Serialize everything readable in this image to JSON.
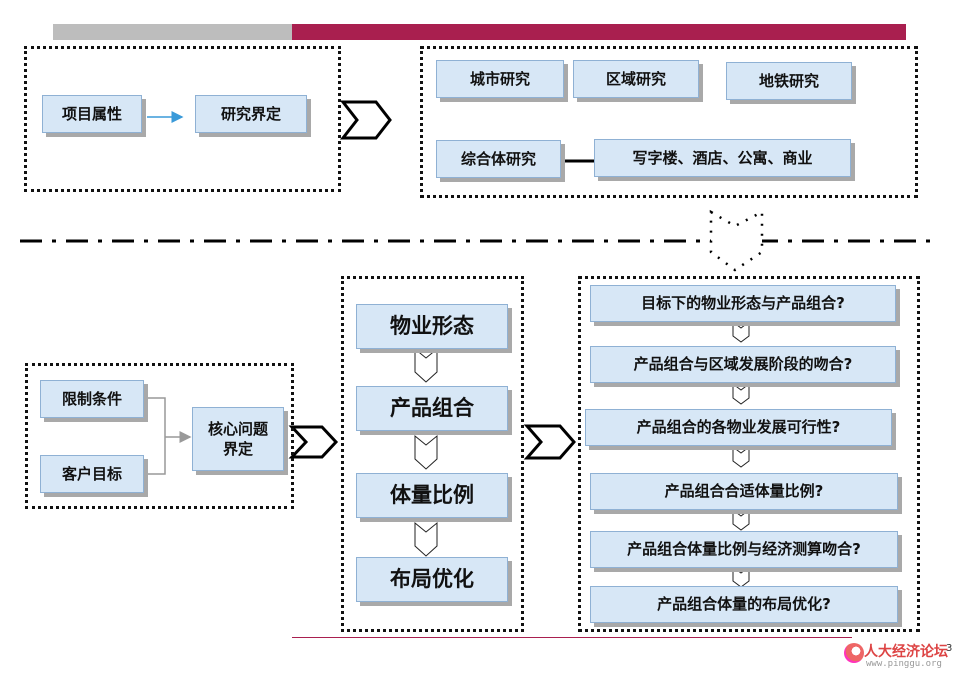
{
  "header": {
    "bar_colors": {
      "gray": "#bdbdbd",
      "accent": "#a91f4f"
    }
  },
  "top_section": {
    "left_group": {
      "project_attributes": "项目属性",
      "research_scope": "研究界定"
    },
    "right_group": {
      "city_research": "城市研究",
      "regional_research": "区域研究",
      "metro_research": "地铁研究",
      "complex_research": "综合体研究",
      "property_types": "写字楼、酒店、公寓、商业"
    }
  },
  "bottom_section": {
    "inputs": {
      "constraints": "限制条件",
      "client_goals": "客户目标",
      "core_issue": "核心问题\n界定"
    },
    "stages": [
      "物业形态",
      "产品组合",
      "体量比例",
      "布局优化"
    ],
    "questions": [
      "目标下的物业形态与产品组合?",
      "产品组合与区域发展阶段的吻合?",
      "产品组合的各物业发展可行性?",
      "产品组合合适体量比例?",
      "产品组合体量比例与经济测算吻合?",
      "产品组合体量的布局优化?"
    ]
  },
  "footer": {
    "watermark_cn": "人大经济论坛",
    "watermark_url": "www.pinggu.org",
    "page_number": "3"
  }
}
